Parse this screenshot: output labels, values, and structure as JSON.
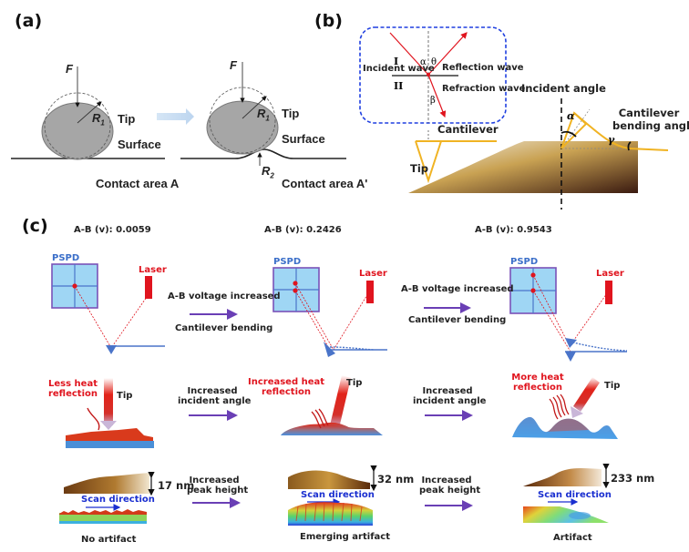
{
  "panels": {
    "a": {
      "label": "(a)",
      "force_label": "F",
      "radius1_label": "R",
      "radius1_sub": "1",
      "radius2_label": "R",
      "radius2_sub": "2",
      "tip_label": "Tip",
      "surface_label": "Surface",
      "contact_left": "Contact area A",
      "contact_right": "Contact area A'"
    },
    "b": {
      "label": "(b)",
      "inset": {
        "region1": "I",
        "region2": "II",
        "incident": "Incident wave",
        "reflection": "Reflection wave",
        "refraction": "Refraction wave",
        "alpha": "α",
        "theta": "θ",
        "beta": "β"
      },
      "cantilever_label": "Cantilever",
      "tip_label": "Tip",
      "incident_angle_label": "Incident angle",
      "bending_label_1": "Cantilever",
      "bending_label_2": "bending angle",
      "alpha": "α",
      "gamma": "γ"
    },
    "c": {
      "label": "(c)",
      "voltages": [
        "A-B (v): 0.0059",
        "A-B (v): 0.2426",
        "A-B (v): 0.9543"
      ],
      "pspd_label": "PSPD",
      "laser_label": "Laser",
      "row1_arrow_top": "A-B voltage increased",
      "row1_arrow_bottom": "Cantilever bending",
      "heat_labels": [
        [
          "Less heat",
          "reflection"
        ],
        [
          "Increased heat",
          "reflection"
        ],
        [
          "More heat",
          "reflection"
        ]
      ],
      "tip_label": "Tip",
      "row2_arrow_1": "Increased",
      "row2_arrow_2": "incident angle",
      "heights": [
        "17 nm",
        "32 nm",
        "233 nm"
      ],
      "row3_arrow_1": "Increased",
      "row3_arrow_2": "peak height",
      "scan_direction": "Scan direction",
      "outcomes": [
        "No artifact",
        "Emerging artifact",
        "Artifact"
      ]
    }
  },
  "colors": {
    "arrow_purple": "#6a3fb5",
    "laser_red": "#e0141e",
    "pspd_fill": "#9fd6f4",
    "pspd_border": "#7a52b8",
    "cantilever_gold": "#f0b323",
    "cantilever_blue": "#4a74c9"
  }
}
